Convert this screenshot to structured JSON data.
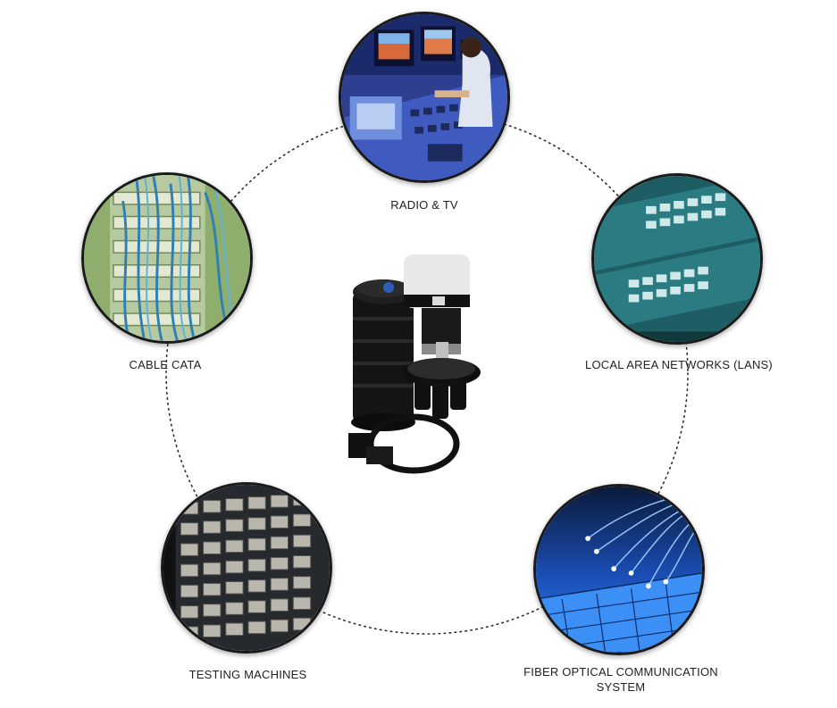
{
  "nodes": [
    {
      "id": "radio-tv",
      "label": "RADIO & TV"
    },
    {
      "id": "cable-cata",
      "label": "CABLE CATA"
    },
    {
      "id": "lans",
      "label": "LOCAL AREA NETWORKS (LANS)"
    },
    {
      "id": "testing",
      "label": "TESTING MACHINES"
    },
    {
      "id": "fiber",
      "label_line1": "FIBER OPTICAL COMMUNICATION",
      "label_line2": "SYSTEM"
    }
  ],
  "colors": {
    "ring": "#2b2b2b",
    "border": "#1a1a1a",
    "text": "#222222"
  },
  "center_image": "fiber-optic-splice-closure"
}
